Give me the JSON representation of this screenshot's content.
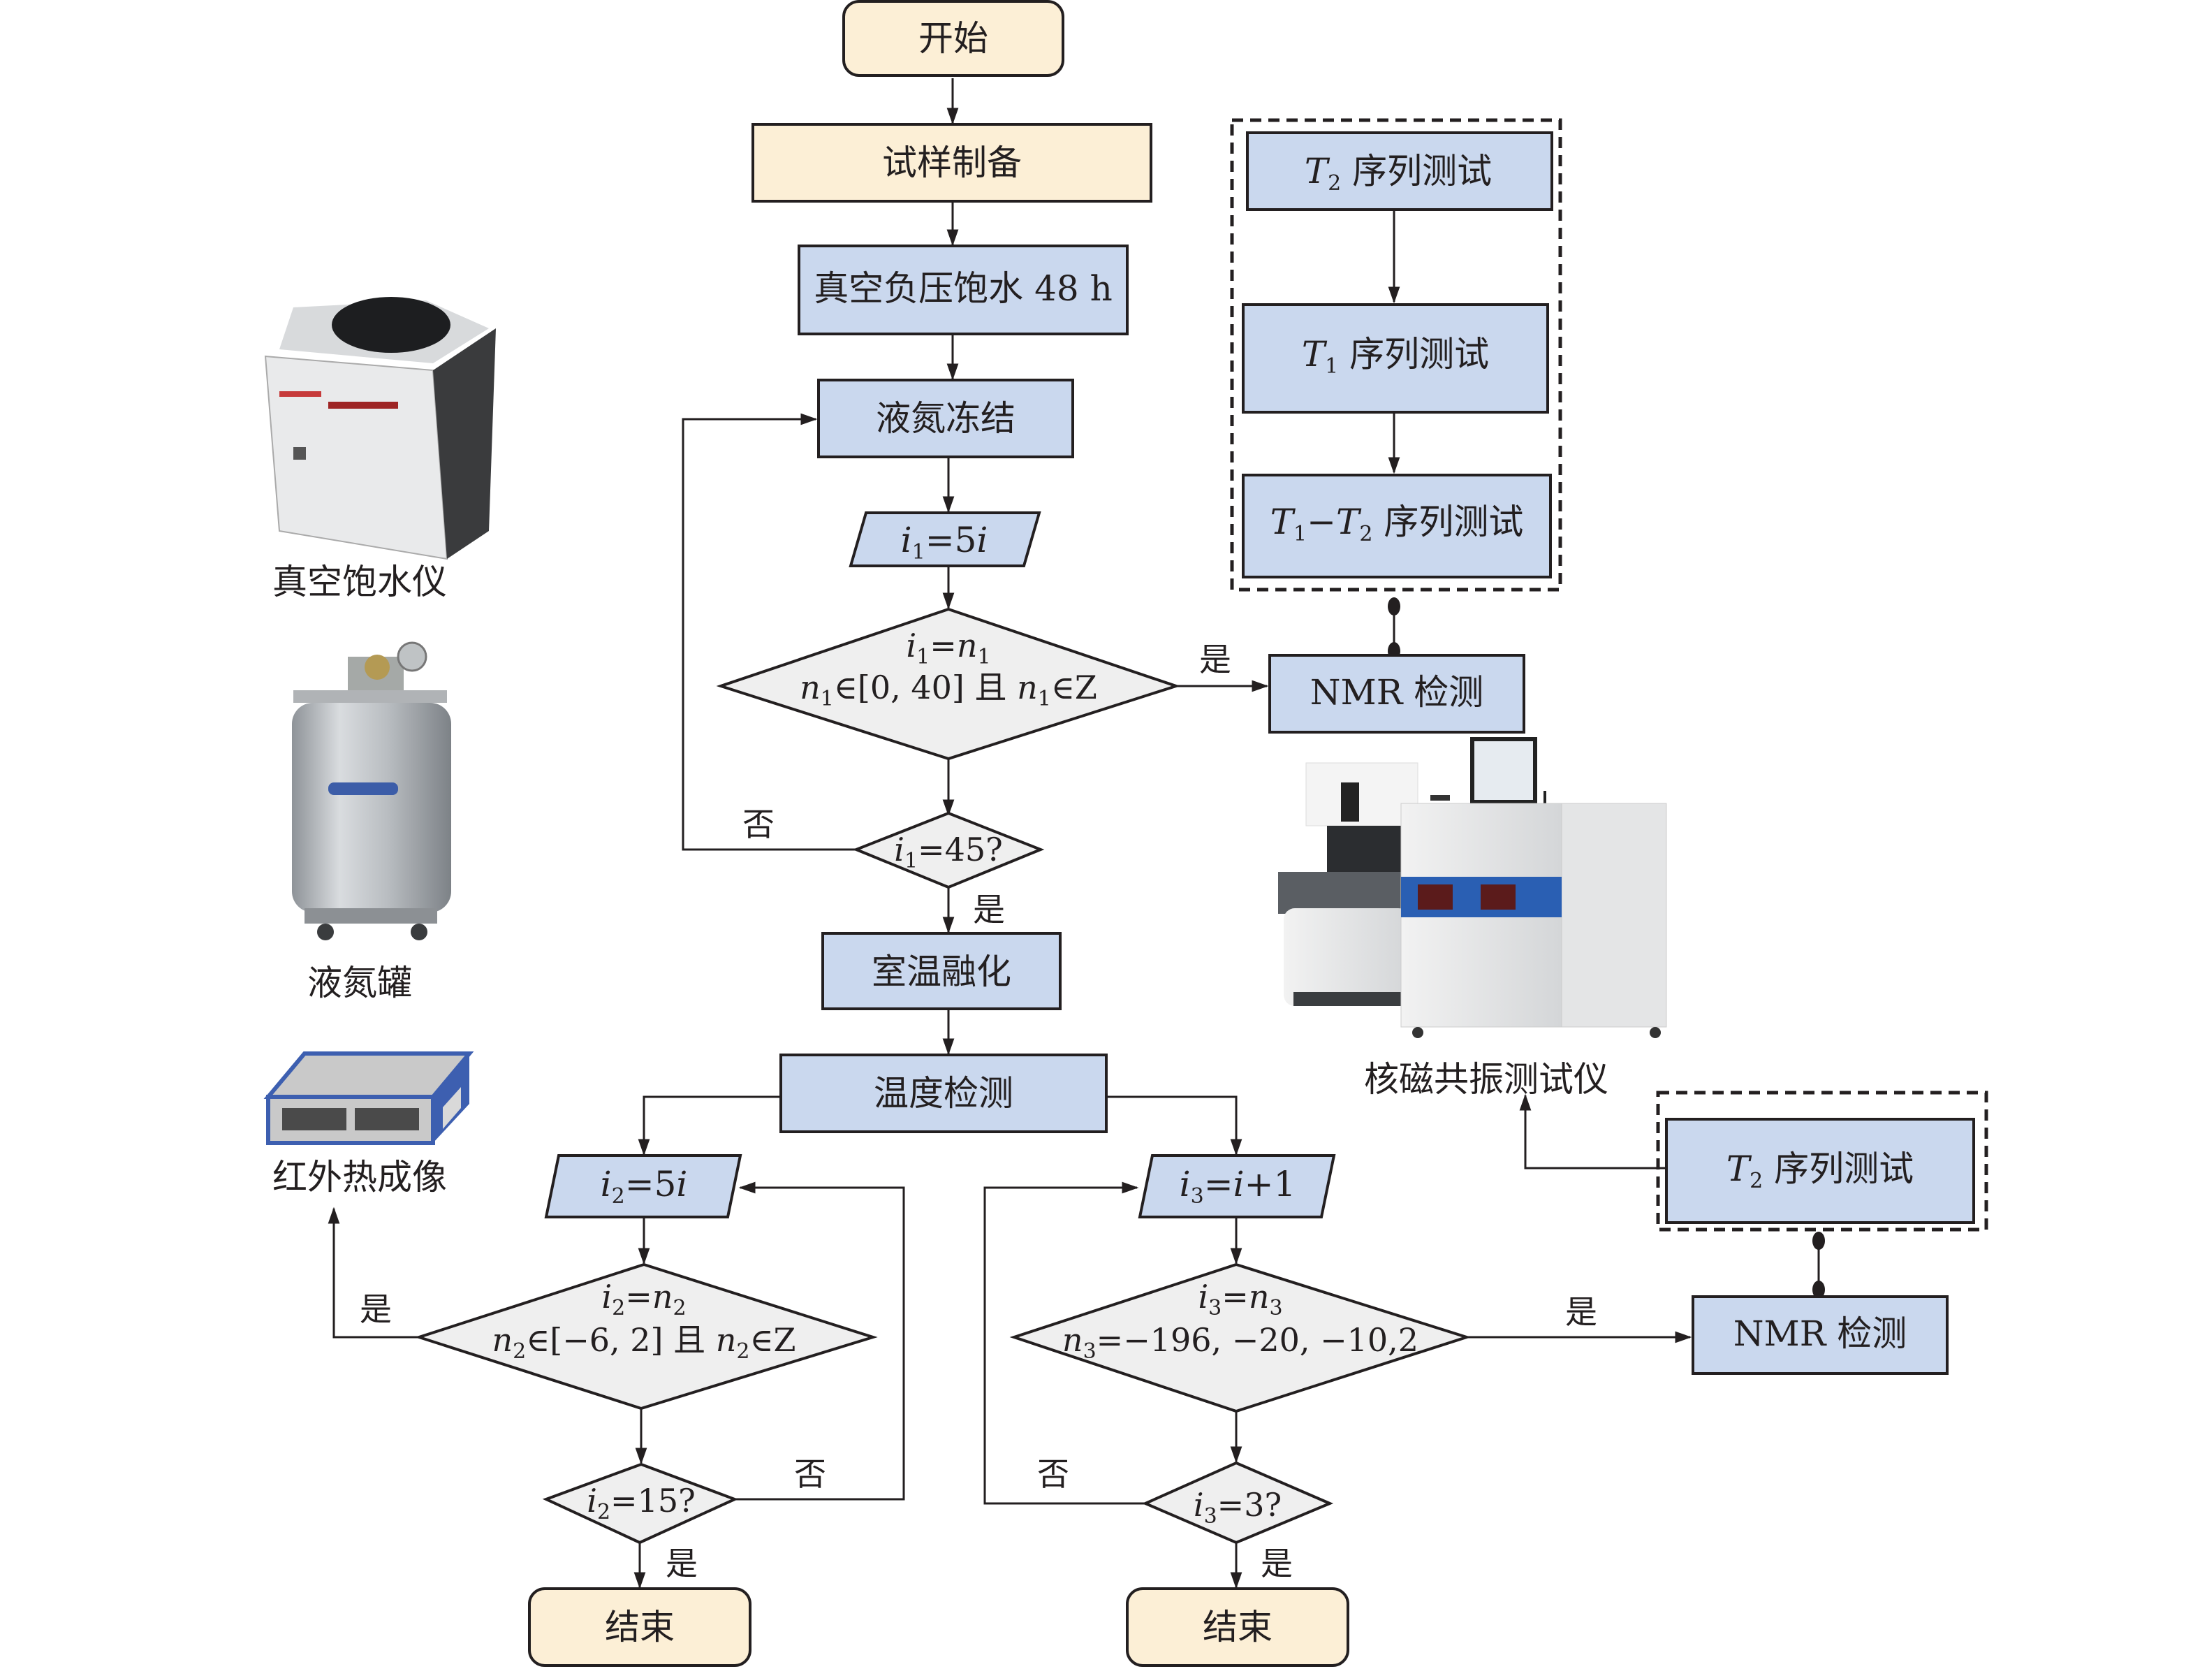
{
  "colors": {
    "terminal_fill": "#fcefd6",
    "process_fill": "#cad8ee",
    "decision_fill": "#efefef",
    "stroke": "#231f20",
    "device_blue": "#3d5fb0"
  },
  "flow": {
    "start": "开始",
    "sample_prep": "试样制备",
    "vacuum_saturation": "真空负压饱水 48 h",
    "ln2_freeze": "液氮冻结",
    "io_i1": {
      "var": "i",
      "sub": "1",
      "rest": "=5",
      "var2": "i"
    },
    "decision_i1": {
      "line1": {
        "a": "i",
        "a_sub": "1",
        "eq": "=",
        "b": "n",
        "b_sub": "1"
      },
      "line2": {
        "n": "n",
        "n_sub": "1",
        "range": "∈[0, 40] 且 ",
        "n2": "n",
        "n2_sub": "1",
        "set": "∈Z"
      }
    },
    "decision_i1_45": {
      "var": "i",
      "sub": "1",
      "rest": "=45?"
    },
    "thaw": "室温融化",
    "temp_detect": "温度检测",
    "io_i2": {
      "var": "i",
      "sub": "2",
      "rest": "=5",
      "var2": "i"
    },
    "decision_i2": {
      "line1": {
        "a": "i",
        "a_sub": "2",
        "eq": "=",
        "b": "n",
        "b_sub": "2"
      },
      "line2": {
        "n": "n",
        "n_sub": "2",
        "range": "∈[−6, 2] 且 ",
        "n2": "n",
        "n2_sub": "2",
        "set": "∈Z"
      }
    },
    "decision_i2_15": {
      "var": "i",
      "sub": "2",
      "rest": "=15?"
    },
    "io_i3": {
      "var": "i",
      "sub": "3",
      "rest": "=",
      "var2": "i",
      "rest2": "+1"
    },
    "decision_i3": {
      "line1": {
        "a": "i",
        "a_sub": "3",
        "eq": "=",
        "b": "n",
        "b_sub": "3"
      },
      "line2": {
        "n": "n",
        "n_sub": "3",
        "values": "=−196, −20, −10,2"
      }
    },
    "decision_i3_3": {
      "var": "i",
      "sub": "3",
      "rest": "=3?"
    },
    "end_left": "结束",
    "end_right": "结束",
    "nmr_top": "NMR 检测",
    "nmr_bottom": "NMR 检测",
    "yes": "是",
    "no": "否"
  },
  "sequences_top": [
    {
      "T": "T",
      "sub": "2",
      "label": " 序列测试"
    },
    {
      "T": "T",
      "sub": "1",
      "label": " 序列测试"
    },
    {
      "T1": "T",
      "sub1": "1",
      "dash": "−",
      "T2": "T",
      "sub2": "2",
      "label": " 序列测试"
    }
  ],
  "sequence_bottom": {
    "T": "T",
    "sub": "2",
    "label": " 序列测试"
  },
  "devices": {
    "vacuum_saturator": "真空饱水仪",
    "ln2_tank": "液氮罐",
    "ir_imager": "红外热成像",
    "nmr_instrument": "核磁共振测试仪"
  }
}
